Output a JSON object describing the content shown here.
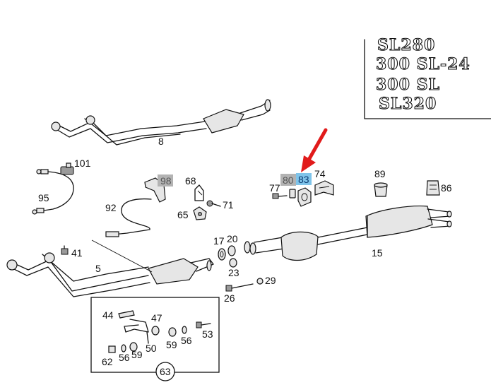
{
  "models": [
    "SL280",
    "300 SL-24",
    "300 SL",
    "SL320"
  ],
  "accent": "#e11b1b",
  "selected_color": "#7fc4ea",
  "unselected_badge_color": "#b3b3b3",
  "labels": {
    "p8": "8",
    "p101": "101",
    "p95": "95",
    "p98": "98",
    "p68": "68",
    "p80": "80",
    "p83": "83",
    "p74": "74",
    "p89": "89",
    "p86": "86",
    "p77": "77",
    "p71": "71",
    "p92": "92",
    "p65": "65",
    "p41": "41",
    "p17": "17",
    "p20": "20",
    "p5": "5",
    "p15": "15",
    "p23": "23",
    "p29": "29",
    "p26": "26",
    "p44": "44",
    "p47": "47",
    "p53": "53",
    "p59a": "59",
    "p56a": "56",
    "p50": "50",
    "p62": "62",
    "p56b": "56",
    "p59b": "59",
    "p63": "63"
  }
}
